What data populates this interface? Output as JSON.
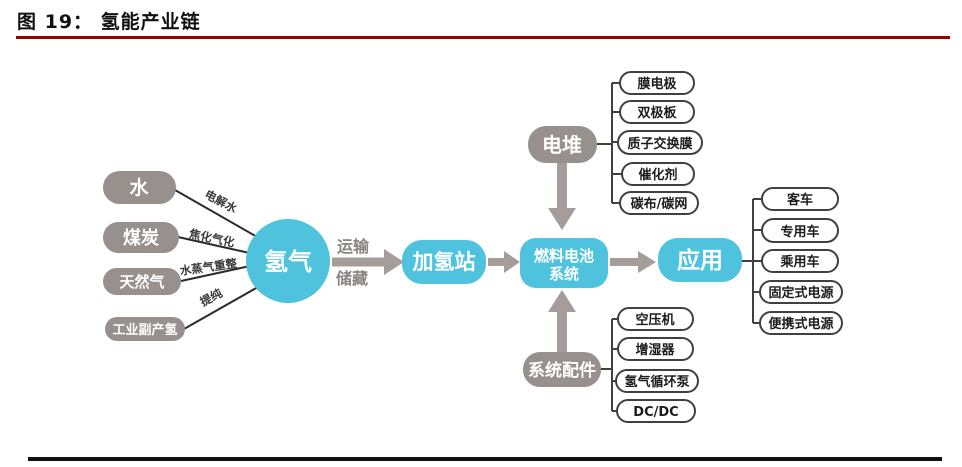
{
  "header": {
    "title": "图 19： 氢能产业链"
  },
  "diagram": {
    "sources": [
      {
        "label": "水",
        "process": "电解水"
      },
      {
        "label": "煤炭",
        "process": "焦化气化"
      },
      {
        "label": "天然气",
        "process": "水蒸气重整"
      },
      {
        "label": "工业副产氢",
        "process": "提纯"
      }
    ],
    "hydrogen_label": "氢气",
    "flow_labels": {
      "transport": "运输",
      "storage": "储藏"
    },
    "station_label": "加氢站",
    "fuel_cell": {
      "label": "燃料电池系统",
      "line1": "燃料电池",
      "line2": "系统"
    },
    "stack": {
      "label": "电堆",
      "components": [
        "膜电极",
        "双极板",
        "质子交换膜",
        "催化剂",
        "碳布/碳网"
      ]
    },
    "accessories": {
      "label": "系统配件",
      "components": [
        "空压机",
        "增湿器",
        "氢气循环泵",
        "DC/DC"
      ]
    },
    "application": {
      "label": "应用",
      "items": [
        "客车",
        "专用车",
        "乘用车",
        "固定式电源",
        "便携式电源"
      ]
    }
  },
  "colors": {
    "node_blue": "#4fc3de",
    "node_gray": "#97908c",
    "arrow_gray": "#a49d99",
    "rule_red": "#990000",
    "rule_black": "#111111"
  }
}
